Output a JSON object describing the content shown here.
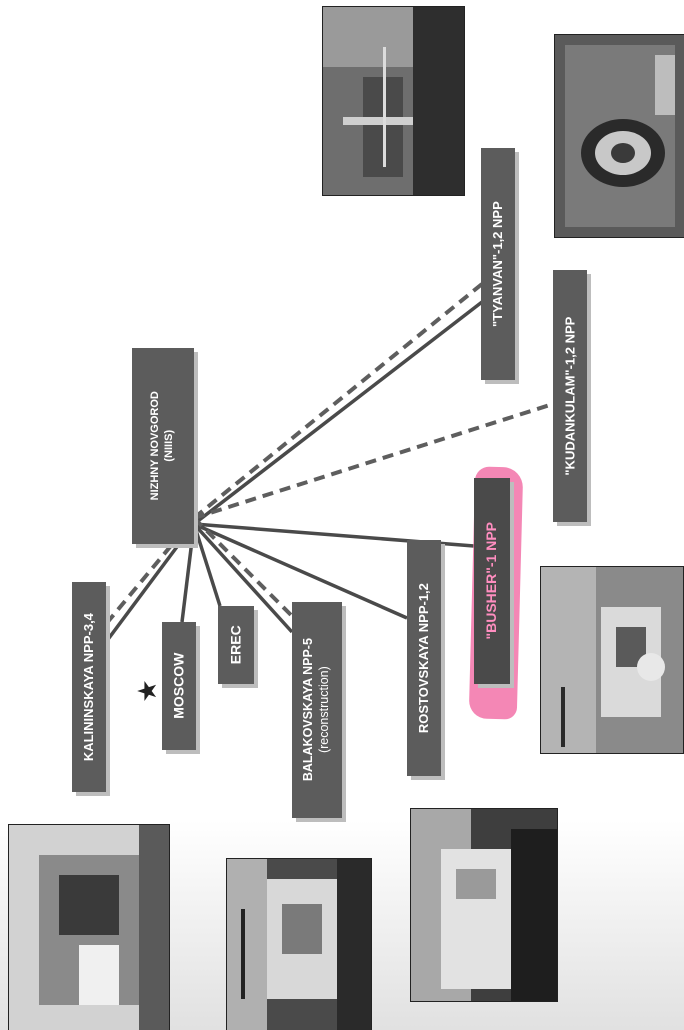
{
  "hub": {
    "line1": "NIZHNY NOVGOROD",
    "line2": "(NIIIS)"
  },
  "nodes": {
    "tyanvan": {
      "line1": "\"TYANVAN\"-1,2 NPP"
    },
    "kudankulam": {
      "line1": "\"KUDANKULAM\"-1,2 NPP"
    },
    "busher": {
      "line1": "\"BUSHER\"-1 NPP"
    },
    "rostovskaya": {
      "line1": "ROSTOVSKAYA NPP-1,2"
    },
    "balakovskaya": {
      "line1": "BALAKOVSKAYA NPP-5",
      "line2": "(reconstruction)"
    },
    "erec": {
      "line1": "EREC"
    },
    "moscow": {
      "line1": "MOSCOW"
    },
    "kalininskaya": {
      "line1": "KALININSKAYA NPP-3,4"
    }
  },
  "highlight": {
    "node": "busher",
    "color": "#f272a8"
  },
  "connection_styles": {
    "solid": "#4a4a4a",
    "dashed": "#5e5e5e"
  },
  "connections": [
    {
      "to": "tyanvan",
      "style": "solid"
    },
    {
      "to": "tyanvan",
      "style": "dashed"
    },
    {
      "to": "kudankulam",
      "style": "dashed"
    },
    {
      "to": "busher",
      "style": "solid"
    },
    {
      "to": "rostovskaya",
      "style": "solid"
    },
    {
      "to": "balakovskaya",
      "style": "solid"
    },
    {
      "to": "balakovskaya",
      "style": "dashed"
    },
    {
      "to": "erec",
      "style": "solid"
    },
    {
      "to": "moscow",
      "style": "solid"
    },
    {
      "to": "kalininskaya",
      "style": "solid"
    },
    {
      "to": "kalininskaya",
      "style": "dashed"
    }
  ],
  "icons": {
    "moscow_marker": "star-icon"
  },
  "photos": [
    {
      "name": "photo-tyanvan-plant",
      "content": "coastal plant, night"
    },
    {
      "name": "photo-kudankulam-plant",
      "content": "reactor dome, aerial"
    },
    {
      "name": "photo-busher-plant",
      "content": "plant with chimney"
    },
    {
      "name": "photo-rostovskaya-plant",
      "content": "plant buildings, aerial"
    },
    {
      "name": "photo-balakovskaya-plant",
      "content": "plant with chimneys"
    },
    {
      "name": "photo-kalininskaya-plant",
      "content": "plant buildings"
    }
  ]
}
